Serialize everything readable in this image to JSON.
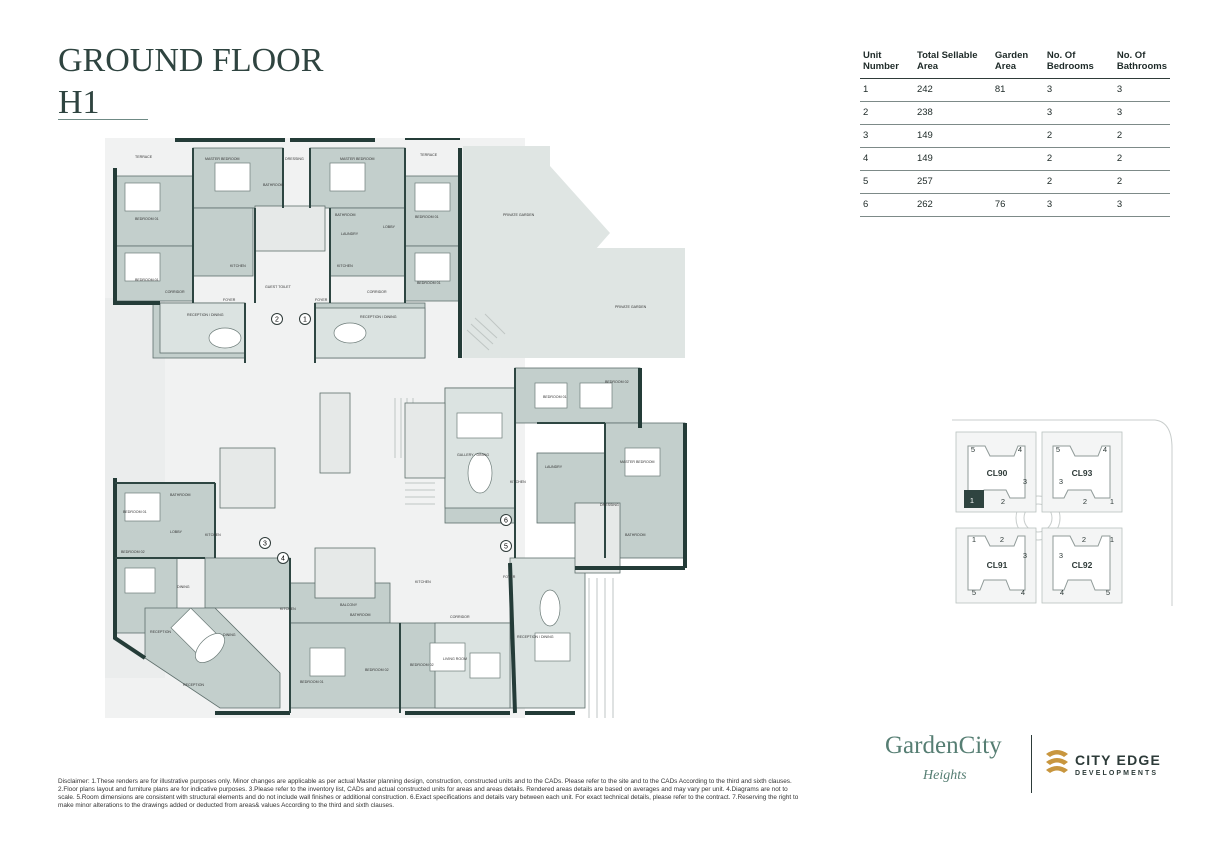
{
  "page": {
    "title_line1": "GROUND FLOOR",
    "title_line2": "H1"
  },
  "unit_table": {
    "headers": [
      "Unit Number",
      "Total Sellable Area",
      "Garden Area",
      "No. Of Bedrooms",
      "No. Of Bathrooms"
    ],
    "rows": [
      [
        "1",
        "242",
        "81",
        "3",
        "3"
      ],
      [
        "2",
        "238",
        "",
        "3",
        "3"
      ],
      [
        "3",
        "149",
        "",
        "2",
        "2"
      ],
      [
        "4",
        "149",
        "",
        "2",
        "2"
      ],
      [
        "5",
        "257",
        "",
        "2",
        "2"
      ],
      [
        "6",
        "262",
        "76",
        "3",
        "3"
      ]
    ]
  },
  "plan": {
    "unit_markers": [
      "1",
      "2",
      "3",
      "4",
      "5",
      "6"
    ],
    "room_labels": {
      "terrace": "TERRACE",
      "master_bedroom": "MASTER BEDROOM",
      "dressing": "DRESSING",
      "bathroom": "BATHROOM",
      "bedroom_1": "BEDROOM 01",
      "bedroom_2": "BEDROOM 02",
      "laundry": "LAUNDRY",
      "lobby": "LOBBY",
      "kitchen": "KITCHEN",
      "guest_toilet": "GUEST TOILET",
      "foyer": "FOYER",
      "reception_dining": "RECEPTION / DINING",
      "private_garden": "PRIVATE GARDEN",
      "corridor": "CORRIDOR",
      "balcony": "BALCONY",
      "dining": "DINING",
      "reception": "RECEPTION",
      "living_room": "LIVING ROOM",
      "gallery": "GALLERY / DINING"
    }
  },
  "keymap": {
    "buildings": [
      "CL90",
      "CL93",
      "CL91",
      "CL92"
    ],
    "highlight_color": "#2f4440",
    "numbers": [
      "5",
      "4",
      "3",
      "1",
      "2"
    ]
  },
  "branding": {
    "garden_city_line1": "GardenCity",
    "garden_city_line2": "Heights",
    "city_edge_line1": "CITY EDGE",
    "city_edge_line2": "DEVELOPMENTS",
    "brand_color": "#567e73",
    "logo_color": "#c8963e"
  },
  "disclaimer": "Disclaimer: 1.These renders are for illustrative purposes only. Minor changes are applicable as per actual Master planning design, construction, constructed units and to the CADs. Please refer to the site and to the CADs According to the third and sixth clauses. 2.Floor plans layout and furniture plans are for indicative purposes. 3.Please refer to the inventory list, CADs and actual constructed units for areas and areas details. Rendered areas details are based on averages and may vary per unit. 4.Diagrams are not to scale. 5.Room dimensions are consistent with structural elements and do not include wall finishes or additional construction. 6.Exact specifications and details vary between each unit. For exact technical details, please refer to the contract. 7.Reserving the right to make minor alterations to the drawings added or deducted from areas& values According to the third and sixth clauses."
}
